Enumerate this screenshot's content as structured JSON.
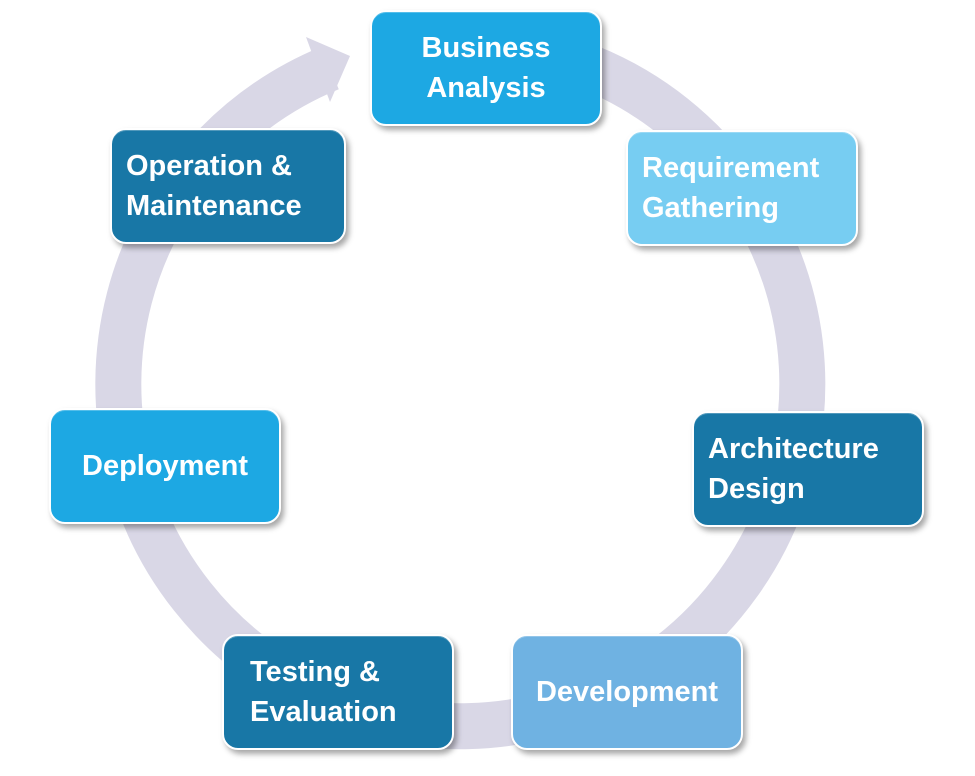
{
  "diagram": {
    "stages": [
      {
        "label": "Business\nAnalysis",
        "color": "#1DA8E3"
      },
      {
        "label": "Requirement\nGathering",
        "color": "#77CDF2"
      },
      {
        "label": "Architecture\nDesign",
        "color": "#1877A6"
      },
      {
        "label": "Development",
        "color": "#6FB2E2"
      },
      {
        "label": "Testing &\nEvaluation",
        "color": "#1877A6"
      },
      {
        "label": "Deployment",
        "color": "#1DA8E3"
      },
      {
        "label": "Operation &\nMaintenance",
        "color": "#1877A6"
      }
    ],
    "ring_color": "#D9D7E6"
  }
}
